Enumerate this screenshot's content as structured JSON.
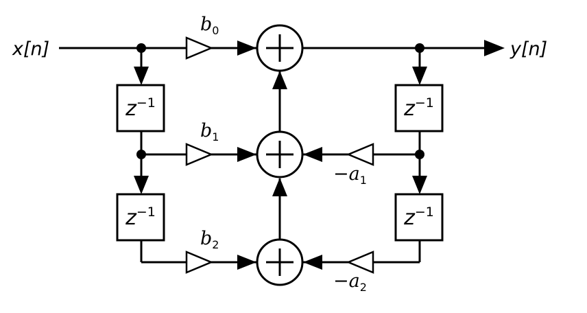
{
  "io": {
    "input_label": "x[n]",
    "output_label": "y[n]"
  },
  "delay": {
    "base": "z",
    "exponent": "−1"
  },
  "feedforward_gains": [
    {
      "symbol": "b",
      "sub": "0"
    },
    {
      "symbol": "b",
      "sub": "1"
    },
    {
      "symbol": "b",
      "sub": "2"
    }
  ],
  "feedback_gains": [
    {
      "symbol": "−a",
      "sub": "1"
    },
    {
      "symbol": "−a",
      "sub": "2"
    }
  ],
  "adder_symbol": "+"
}
